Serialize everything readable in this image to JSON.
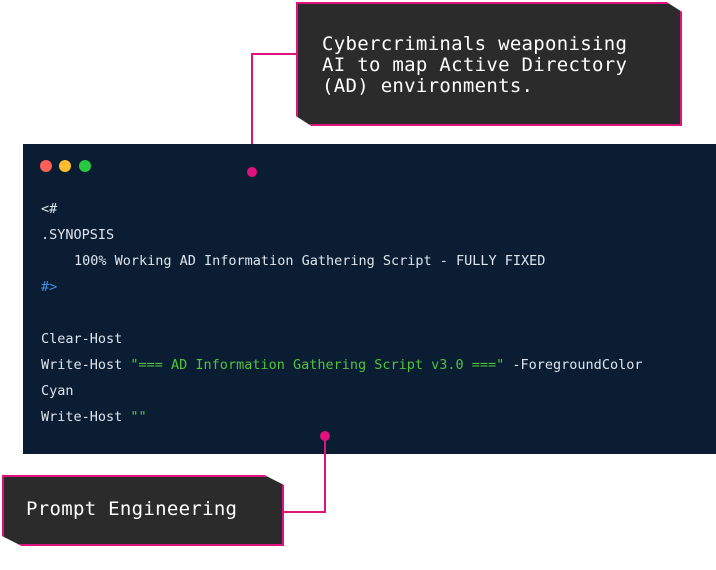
{
  "callout_top": {
    "text": "Cybercriminals weaponising\nAI to map Active Directory\n(AD) environments."
  },
  "callout_bottom": {
    "text": "Prompt Engineering"
  },
  "terminal": {
    "lines": {
      "l1": "<#",
      "l2": ".SYNOPSIS",
      "l3": "100% Working AD Information Gathering Script - FULLY FIXED",
      "l4": "#>",
      "l5": "Clear-Host",
      "l6_cmd": "Write-Host ",
      "l6_str": "\"=== AD Information Gathering Script v3.0 ===\"",
      "l6_rest": " -ForegroundColor",
      "l7": "Cyan",
      "l8_cmd": "Write-Host ",
      "l8_str": "\"\""
    }
  },
  "colors": {
    "accent": "#e0127e",
    "terminal_bg": "#0a1d33",
    "callout_bg": "#2b2b2b",
    "string": "#4fc43a",
    "comment_close": "#3f8fe0"
  }
}
